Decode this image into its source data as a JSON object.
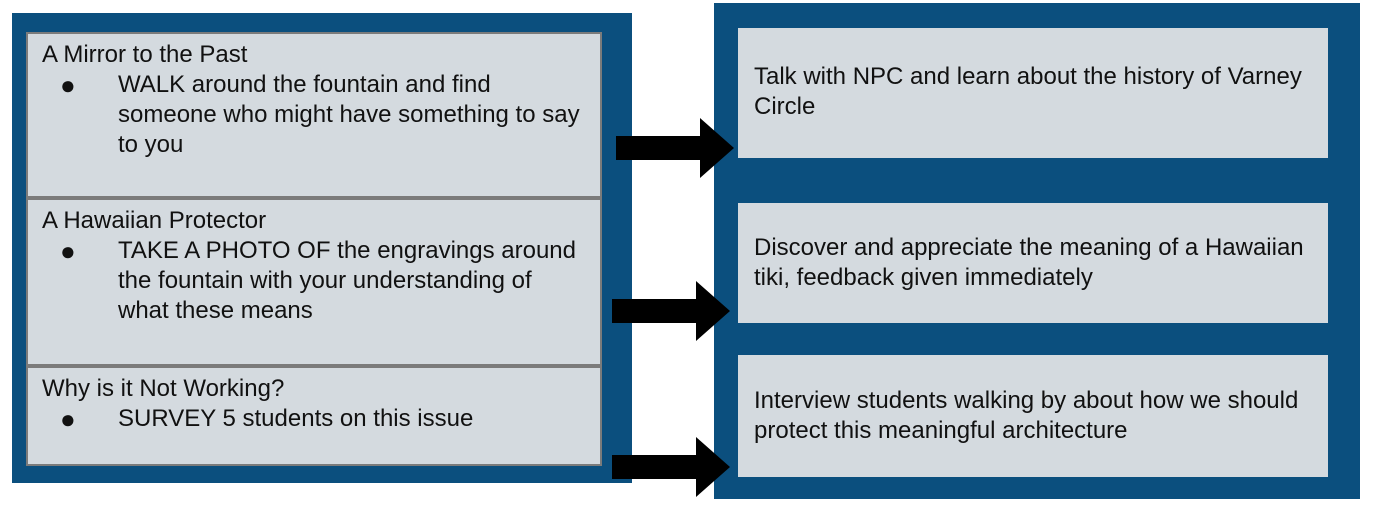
{
  "tasks": [
    {
      "title": "A Mirror to the Past",
      "bullet": "WALK around the fountain and find someone who might have something to say to you"
    },
    {
      "title": "A Hawaiian Protector",
      "bullet": "TAKE A PHOTO OF the engravings around the fountain with your understanding of what these means"
    },
    {
      "title": "Why is it Not Working?",
      "bullet": "SURVEY 5 students on this issue"
    }
  ],
  "outcomes": [
    "Talk with NPC and learn about the history of Varney Circle",
    "Discover and appreciate the meaning of a Hawaiian tiki, feedback given immediately",
    "Interview students walking by about how we should protect this meaningful architecture"
  ],
  "colors": {
    "panel": "#0b4f7e",
    "box": "#d4dadf",
    "box_border": "#7b7b7b",
    "arrow": "#000000"
  },
  "bullet_glyph": "●"
}
